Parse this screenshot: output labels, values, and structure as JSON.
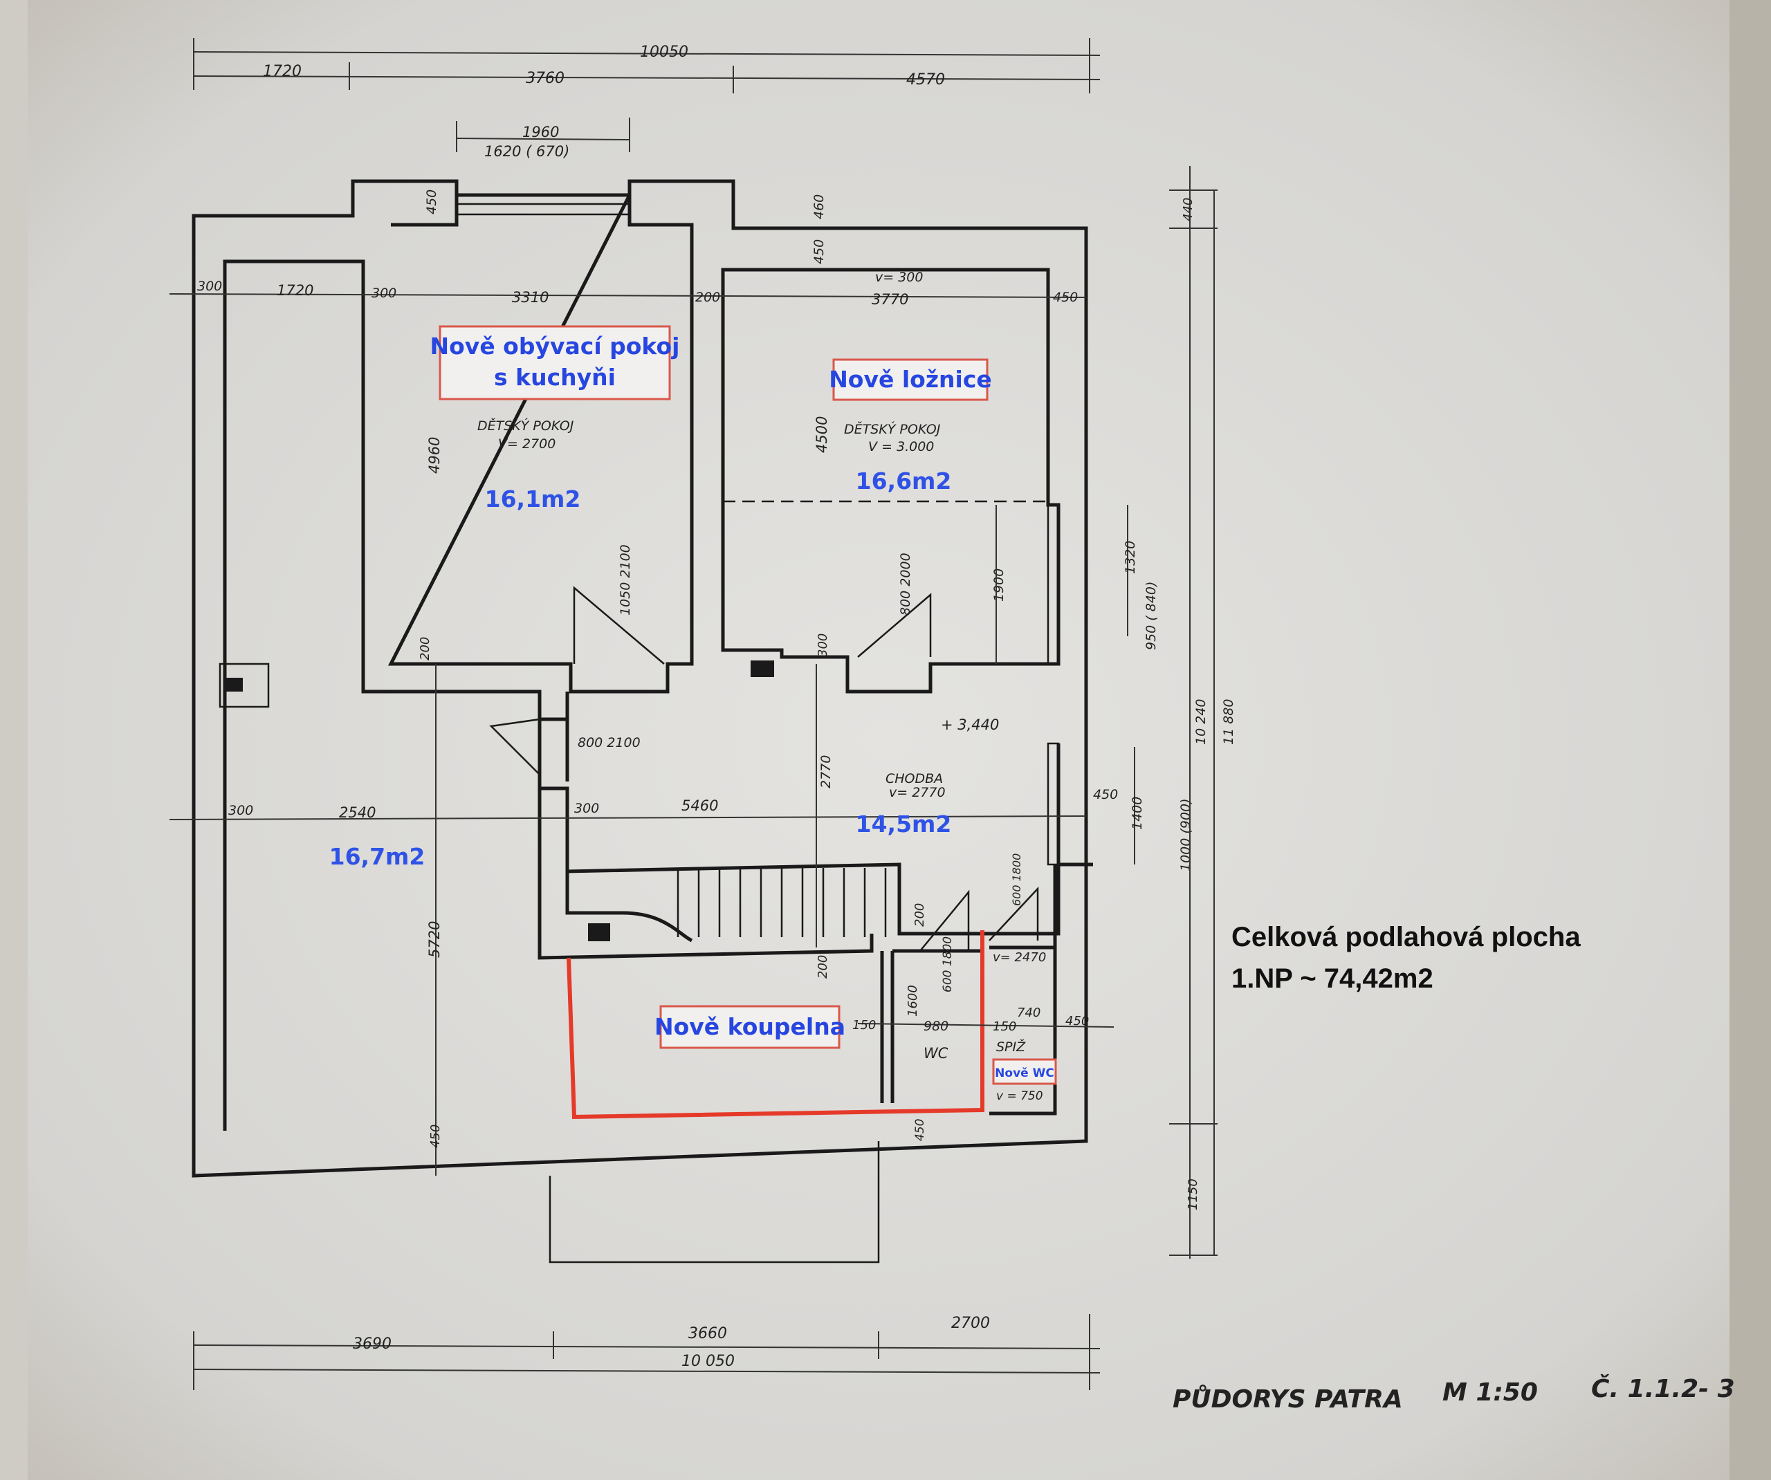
{
  "dimensions": {
    "top_total": "10050",
    "top_segments": [
      "1720",
      "3760",
      "4570"
    ],
    "window_width": "1960",
    "window_sub": "1620 ( 670)",
    "bottom_segments": [
      "3690",
      "3660",
      "2700"
    ],
    "bottom_total": "10 050",
    "right_vertical_a": "10 240",
    "right_vertical_b": "11 880",
    "right_top": "440",
    "right_bottom": "1150",
    "left_hall_wall": "300",
    "left_hall_width": "1720",
    "inner_wall_a": "300",
    "room1_width": "3310",
    "wall_mid": "200",
    "room2_height_label": "v= 300",
    "room2_width": "3770",
    "right_wall": "450",
    "wall_top_room1": "450",
    "wall_top_room2": "460",
    "wall_top_room2b": "450",
    "room1_height": "4960",
    "room2_height": "4500",
    "door1": "1050 2100",
    "door2": "800 2000",
    "dim_1900": "1900",
    "dim_1320": "1320",
    "dim_950": "950 ( 840)",
    "wall_200a": "200",
    "wall_300a": "300",
    "door3": "800 2100",
    "hall_plus": "+ 3,440",
    "dim_2770": "2770",
    "corridor_label": "CHODBA",
    "corridor_height": "v= 2770",
    "wall_300b": "300",
    "dim_2540": "2540",
    "wall_300c": "300",
    "dim_5460": "5460",
    "dim_450r": "450",
    "dim_1400": "1400",
    "dim_1000": "1000 (900)",
    "dim_5720": "5720",
    "wall_450b": "450",
    "wall_200b": "200",
    "wall_200c": "200",
    "dim_600_1800": "600 1800",
    "dim_600_1800b": "600 1800",
    "v2470": "v= 2470",
    "dim_1600": "1600",
    "dim_150a": "150",
    "dim_980": "980",
    "dim_150b": "150",
    "dim_740": "740",
    "dim_450c": "450",
    "wc_label": "WC",
    "spiz_label": "SPIŽ",
    "v750": "v = 750",
    "wall_450d": "450"
  },
  "rooms": {
    "room1_orig": "DĚTSKÝ POKOJ",
    "room1_orig_h": "V= 2700",
    "room1_new": [
      "Nově obývací pokoj",
      "s kuchyňi"
    ],
    "room1_area": "16,1m2",
    "room2_orig": "DĚTSKÝ POKOJ",
    "room2_orig_h": "V = 3.000",
    "room2_new": "Nově ložnice",
    "room2_area": "16,6m2",
    "left_area": "16,7m2",
    "corridor_area": "14,5m2",
    "bath_new": "Nově koupelna",
    "wc_new": "Nově WC"
  },
  "summary": {
    "line1": "Celková podlahová plocha",
    "line2": "1.NP ~ 74,42m2"
  },
  "title_block": {
    "title": "PŮDORYS PATRA",
    "scale": "M 1:50",
    "number": "Č. 1.1.2- 3"
  },
  "colors": {
    "paper": "#dcdbd8",
    "ink": "#1a1a1a",
    "blue_text": "#2746e0",
    "red_outline": "#e53a2a"
  }
}
